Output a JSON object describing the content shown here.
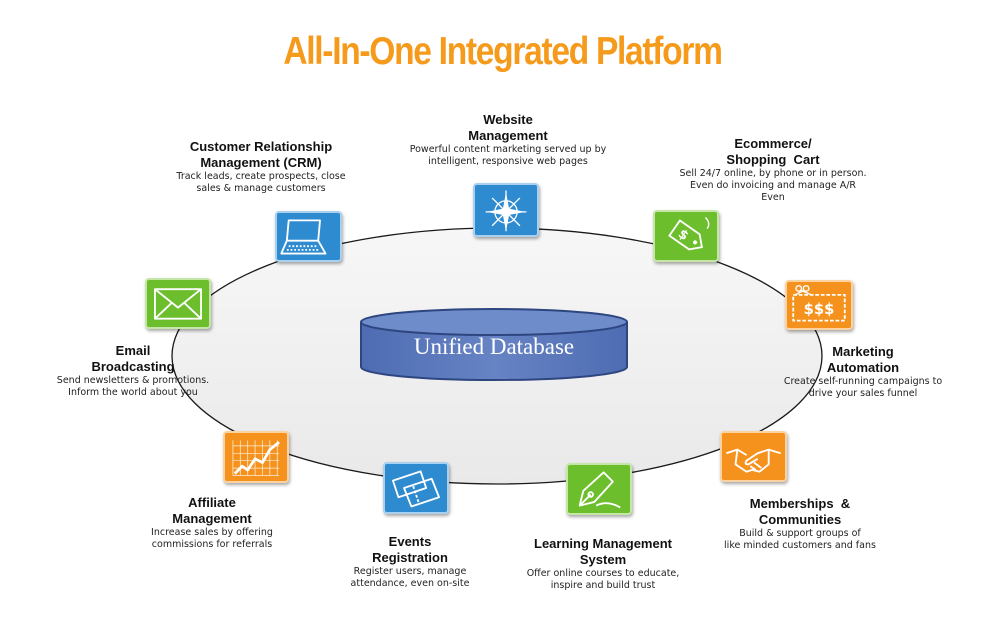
{
  "title": "All-In-One Integrated Platform",
  "center": {
    "label": "Unified Database"
  },
  "colors": {
    "title": "#f59a1b",
    "blue": "#2e8bd0",
    "green": "#6dbe2c",
    "orange": "#f5921e",
    "database": "#5b79bd"
  },
  "modules": [
    {
      "id": "website",
      "icon": "compass-icon",
      "color": "blue",
      "title_lines": [
        "Website",
        "Management"
      ],
      "desc_lines": [
        "Powerful content marketing served up by",
        "intelligent, responsive web pages"
      ]
    },
    {
      "id": "ecommerce",
      "icon": "price-tag-icon",
      "color": "green",
      "title_lines": [
        "Ecommerce/",
        "Shopping  Cart"
      ],
      "desc_lines": [
        "Sell 24/7 online, by phone or in person.",
        "Even do invoicing and manage A/R",
        "Even"
      ]
    },
    {
      "id": "marketing",
      "icon": "coupon-icon",
      "color": "orange",
      "title_lines": [
        "Marketing",
        "Automation"
      ],
      "desc_lines": [
        "Create self-running campaigns to",
        "drive your sales funnel"
      ]
    },
    {
      "id": "memberships",
      "icon": "handshake-icon",
      "color": "orange",
      "title_lines": [
        "Memberships  &",
        "Communities"
      ],
      "desc_lines": [
        "Build & support groups of",
        "like minded customers and fans"
      ]
    },
    {
      "id": "lms",
      "icon": "pen-nib-icon",
      "color": "green",
      "title_lines": [
        "Learning Management",
        "System"
      ],
      "desc_lines": [
        "Offer online courses to educate,",
        "inspire and build trust"
      ]
    },
    {
      "id": "events",
      "icon": "tickets-icon",
      "color": "blue",
      "title_lines": [
        "Events",
        "Registration"
      ],
      "desc_lines": [
        "Register users, manage",
        "attendance, even on-site"
      ]
    },
    {
      "id": "affiliate",
      "icon": "growth-chart-icon",
      "color": "orange",
      "title_lines": [
        "Affiliate",
        "Management"
      ],
      "desc_lines": [
        "Increase sales by offering",
        "commissions for referrals"
      ]
    },
    {
      "id": "email",
      "icon": "envelope-icon",
      "color": "green",
      "title_lines": [
        "Email",
        "Broadcasting"
      ],
      "desc_lines": [
        "Send newsletters & promotions.",
        "Inform the world about you"
      ]
    },
    {
      "id": "crm",
      "icon": "laptop-icon",
      "color": "blue",
      "title_lines": [
        "Customer Relationship",
        "Management (CRM)"
      ],
      "desc_lines": [
        "Track leads, create prospects, close",
        "sales & manage customers"
      ]
    }
  ]
}
